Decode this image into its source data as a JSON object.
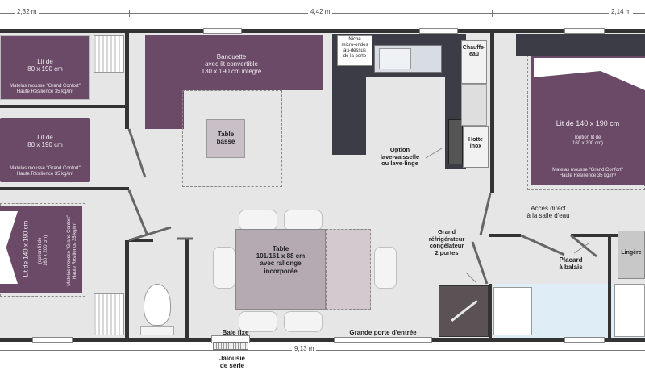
{
  "dimensions": {
    "top_left": "2,32 m",
    "top_center": "4,42 m",
    "top_right": "2,14 m",
    "bottom_total": "9,13 m"
  },
  "rooms": {
    "bed_top_left": {
      "title": "Lit de\n80 x 190 cm",
      "mattress": "Matelas mousse \"Grand Confort\"\nHaute Résilience 35 kg/m³"
    },
    "bed_mid_left": {
      "title": "Lit de\n80 x 190 cm",
      "mattress": "Matelas mousse \"Grand Confort\"\nHaute Résilience 35 kg/m³"
    },
    "bed_bottom_left": {
      "title": "Lit de 140 x 190 cm",
      "option": "(option lit de\n160 x 200 cm)",
      "mattress": "Matelas mousse \"Grand Confort\"\nHaute Résilience 35 kg/m³"
    },
    "bed_right": {
      "title": "Lit de 140 x 190 cm",
      "option": "(option lit de\n160 x 200 cm)",
      "mattress": "Matelas mousse \"Grand Confort\"\nHaute Résilience 35 kg/m³"
    }
  },
  "living": {
    "banquette": "Banquette\navec lit convertible\n130 x 190 cm intégré",
    "table_basse": "Table\nbasse",
    "table": "Table\n101/161 x 88 cm\navec rallonge\nincorporée"
  },
  "kitchen": {
    "niche": "Niche\nmicro-ondes\nau-dessus\nde la porte",
    "chauffe_eau": "Chauffe-\neau",
    "hotte": "Hotte\ninox",
    "option_lave": "Option\nlave-vaisselle\nou lave-linge"
  },
  "annotations": {
    "acces": "Accès direct\nà la salle d'eau",
    "frigo": "Grand\nréfrigérateur\ncongélateur\n2 portes",
    "placard": "Placard\nà balais",
    "lingere": "Lingère",
    "baie": "Baie fixe",
    "porte": "Grande porte d'entrée",
    "jalousie": "Jalousie\nde série"
  },
  "colors": {
    "wall": "#333333",
    "floor": "#e6e6e6",
    "furniture_purple": "#6a4a66",
    "table": "#b6aab2",
    "bathroom": "#dfeef6"
  }
}
